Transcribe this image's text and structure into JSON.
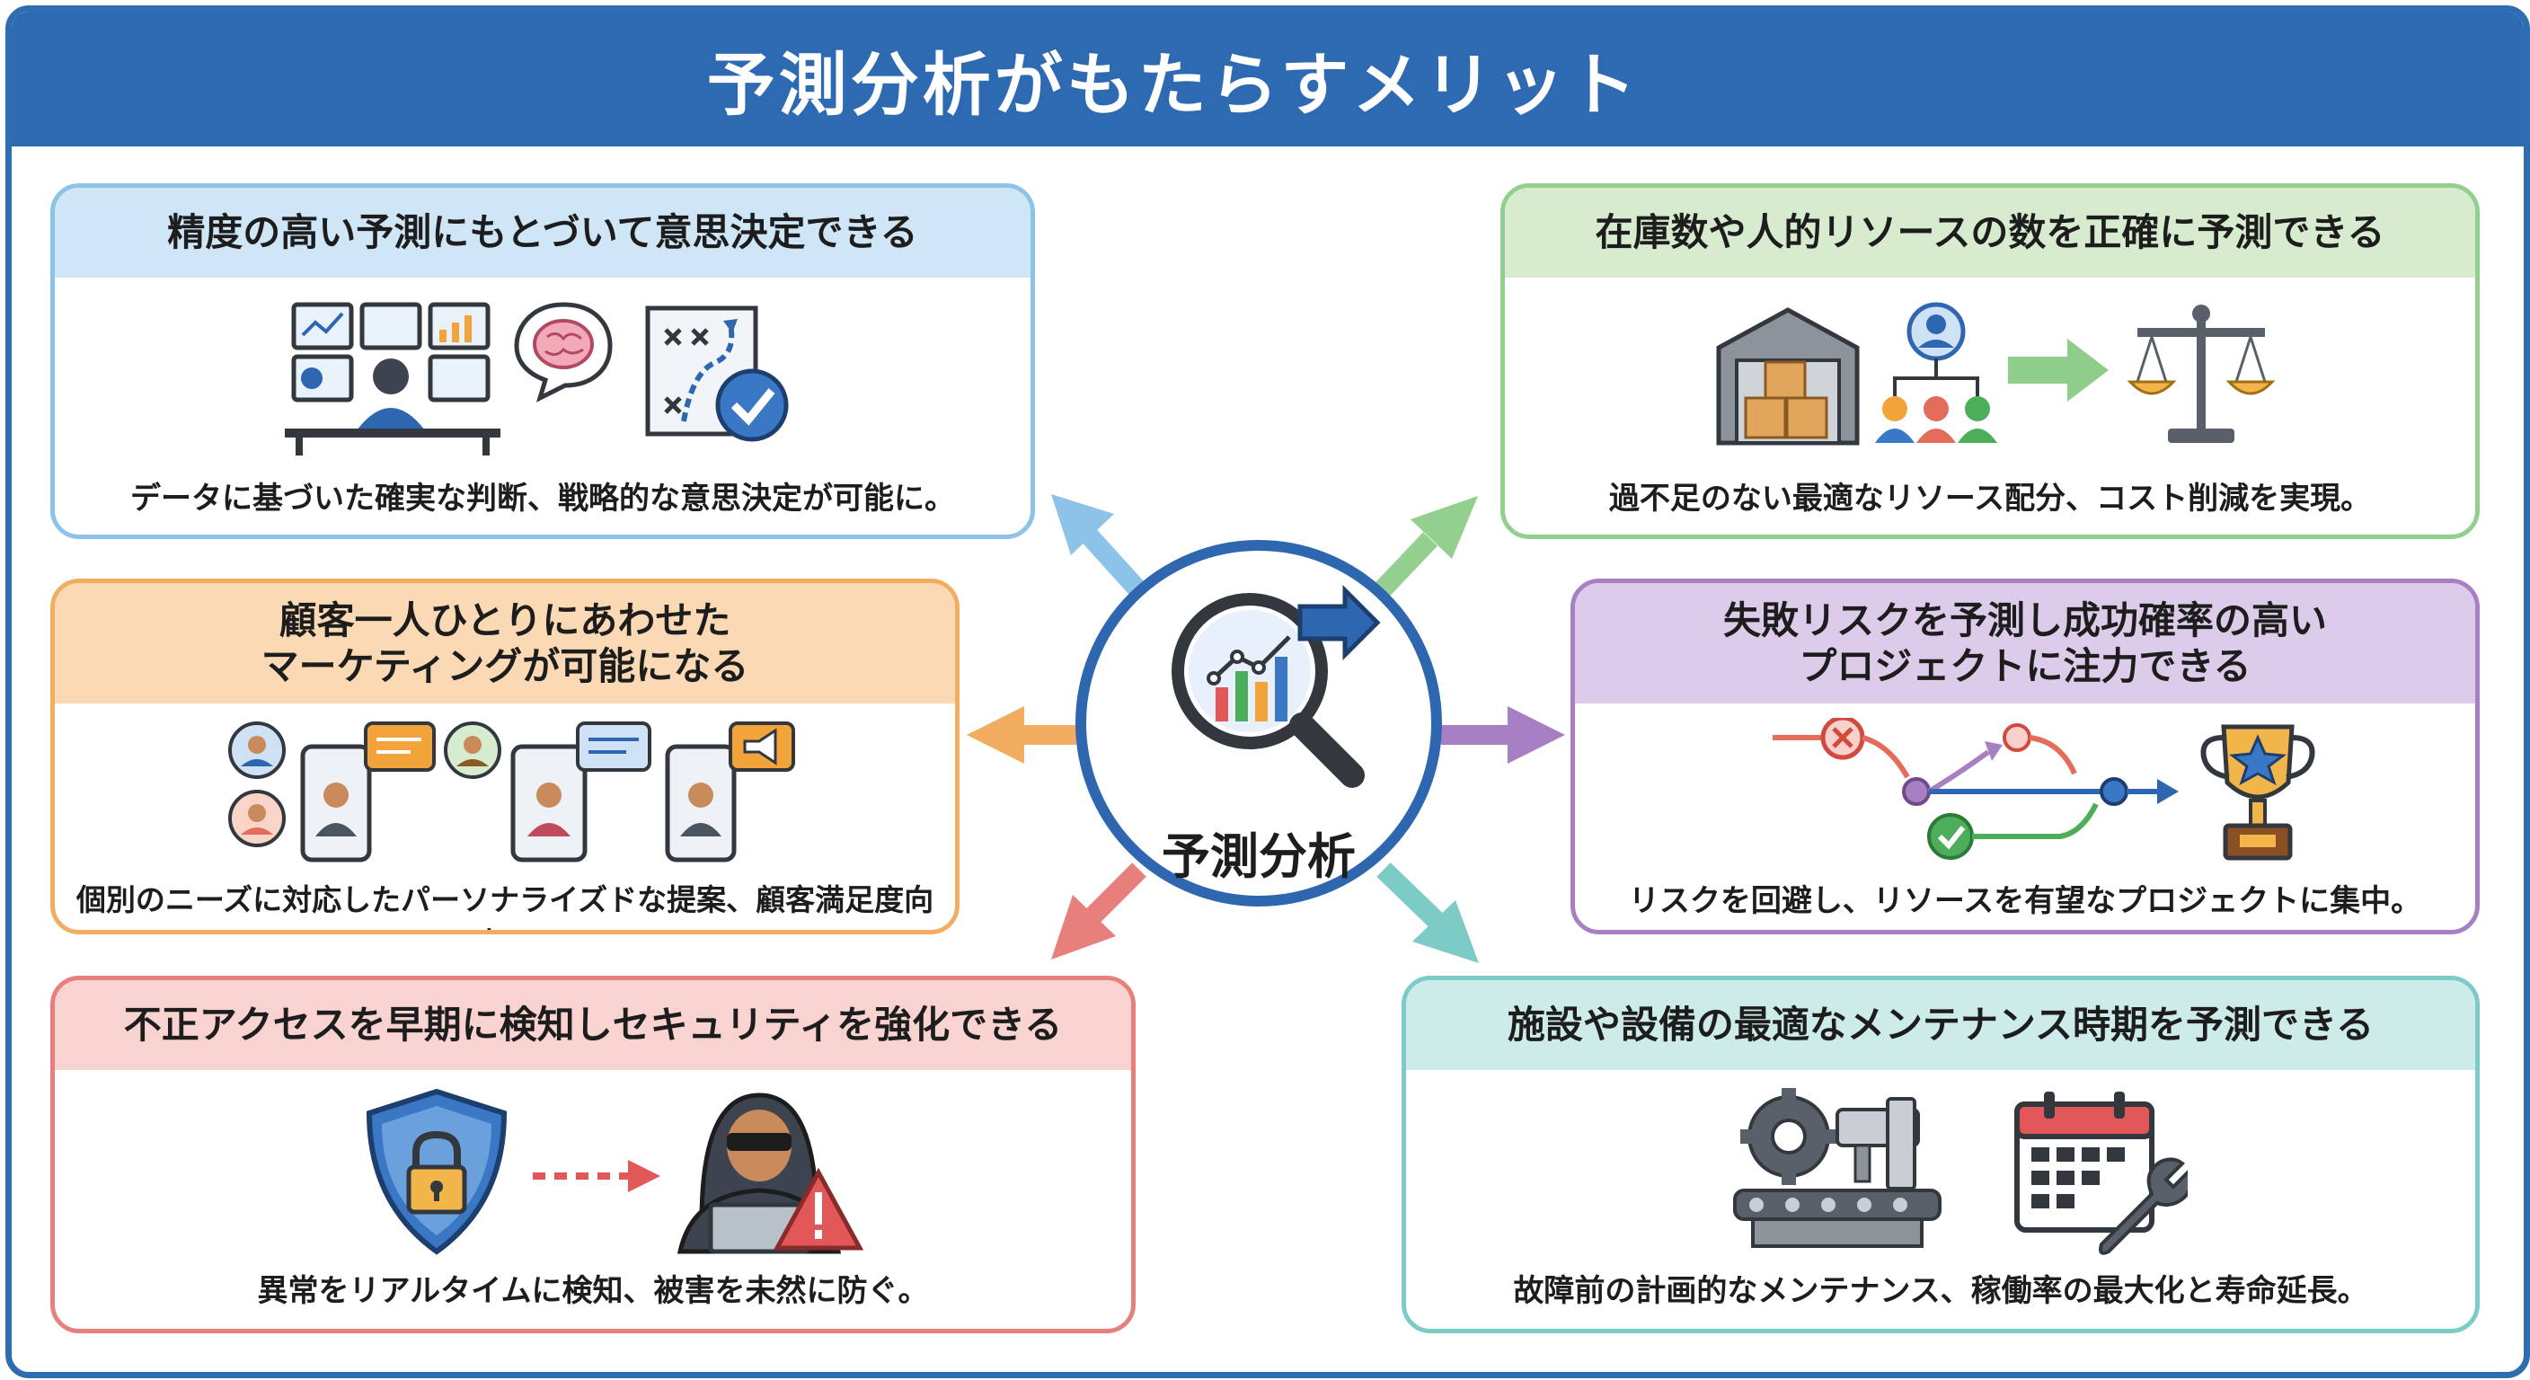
{
  "title": "予測分析がもたらすメリット",
  "hub": {
    "label": "予測分析",
    "icon": "magnifier-chart-icon"
  },
  "colors": {
    "title_bar": "#2d6ab1",
    "hub_ring": "#2e67b0",
    "blue": "#7ab8e3",
    "green": "#8fcd8a",
    "orange": "#f1a95a",
    "purple": "#a57cc2",
    "red": "#e57b78",
    "teal": "#79c8c4"
  },
  "cards": {
    "decision": {
      "heading": "精度の高い予測にもとづいて意思決定できる",
      "description": "データに基づいた確実な判断、戦略的な意思決定が可能に。",
      "icons": [
        "analyst-monitors-icon",
        "brain-bubble-icon",
        "strategy-check-icon"
      ]
    },
    "inventory": {
      "heading": "在庫数や人的リソースの数を正確に予測できる",
      "description": "過不足のない最適なリソース配分、コスト削減を実現。",
      "icons": [
        "warehouse-icon",
        "team-hierarchy-icon",
        "arrow-right-icon",
        "balance-scale-icon"
      ]
    },
    "marketing": {
      "heading_line1": "顧客一人ひとりにあわせた",
      "heading_line2": "マーケティングが可能になる",
      "description": "個別のニーズに対応したパーソナライズドな提案、顧客満足度向上。",
      "icons": [
        "customer-avatar-icon",
        "smartphone-chat-icon",
        "smartphone-megaphone-icon"
      ]
    },
    "project": {
      "heading_line1": "失敗リスクを予測し成功確率の高い",
      "heading_line2": "プロジェクトに注力できる",
      "description": "リスクを回避し、リソースを有望なプロジェクトに集中。",
      "icons": [
        "risk-path-icon",
        "trophy-icon"
      ]
    },
    "security": {
      "heading": "不正アクセスを早期に検知しセキュリティを強化できる",
      "description": "異常をリアルタイムに検知、被害を未然に防ぐ。",
      "icons": [
        "shield-lock-icon",
        "dashed-arrow-icon",
        "hacker-warning-icon"
      ]
    },
    "maintenance": {
      "heading": "施設や設備の最適なメンテナンス時期を予測できる",
      "description": "故障前の計画的なメンテナンス、稼働率の最大化と寿命延長。",
      "icons": [
        "gear-machine-icon",
        "calendar-wrench-icon"
      ]
    }
  }
}
